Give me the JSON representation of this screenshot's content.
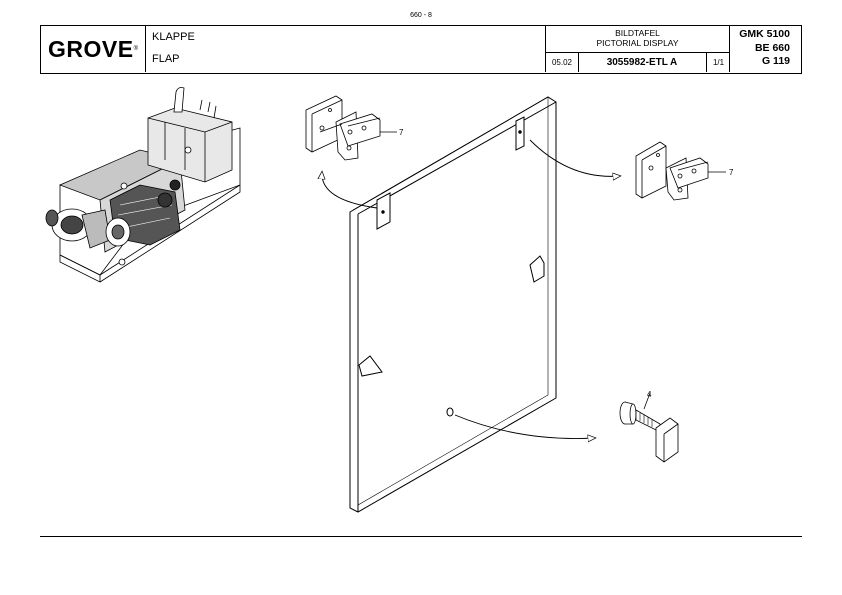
{
  "page_number": "660 - 8",
  "header": {
    "brand": "GROVE",
    "title_de": "KLAPPE",
    "title_en": "FLAP",
    "display_label_de": "BILDTAFEL",
    "display_label_en": "PICTORIAL DISPLAY",
    "date": "05.02",
    "part_number": "3055982-ETL A",
    "sheet": "1/1",
    "model_lines": [
      "GMK  5100",
      "BE  660",
      "G  119"
    ]
  },
  "callouts": {
    "hinge_top_left": "7",
    "hinge_right": "7",
    "fastener": "4"
  }
}
